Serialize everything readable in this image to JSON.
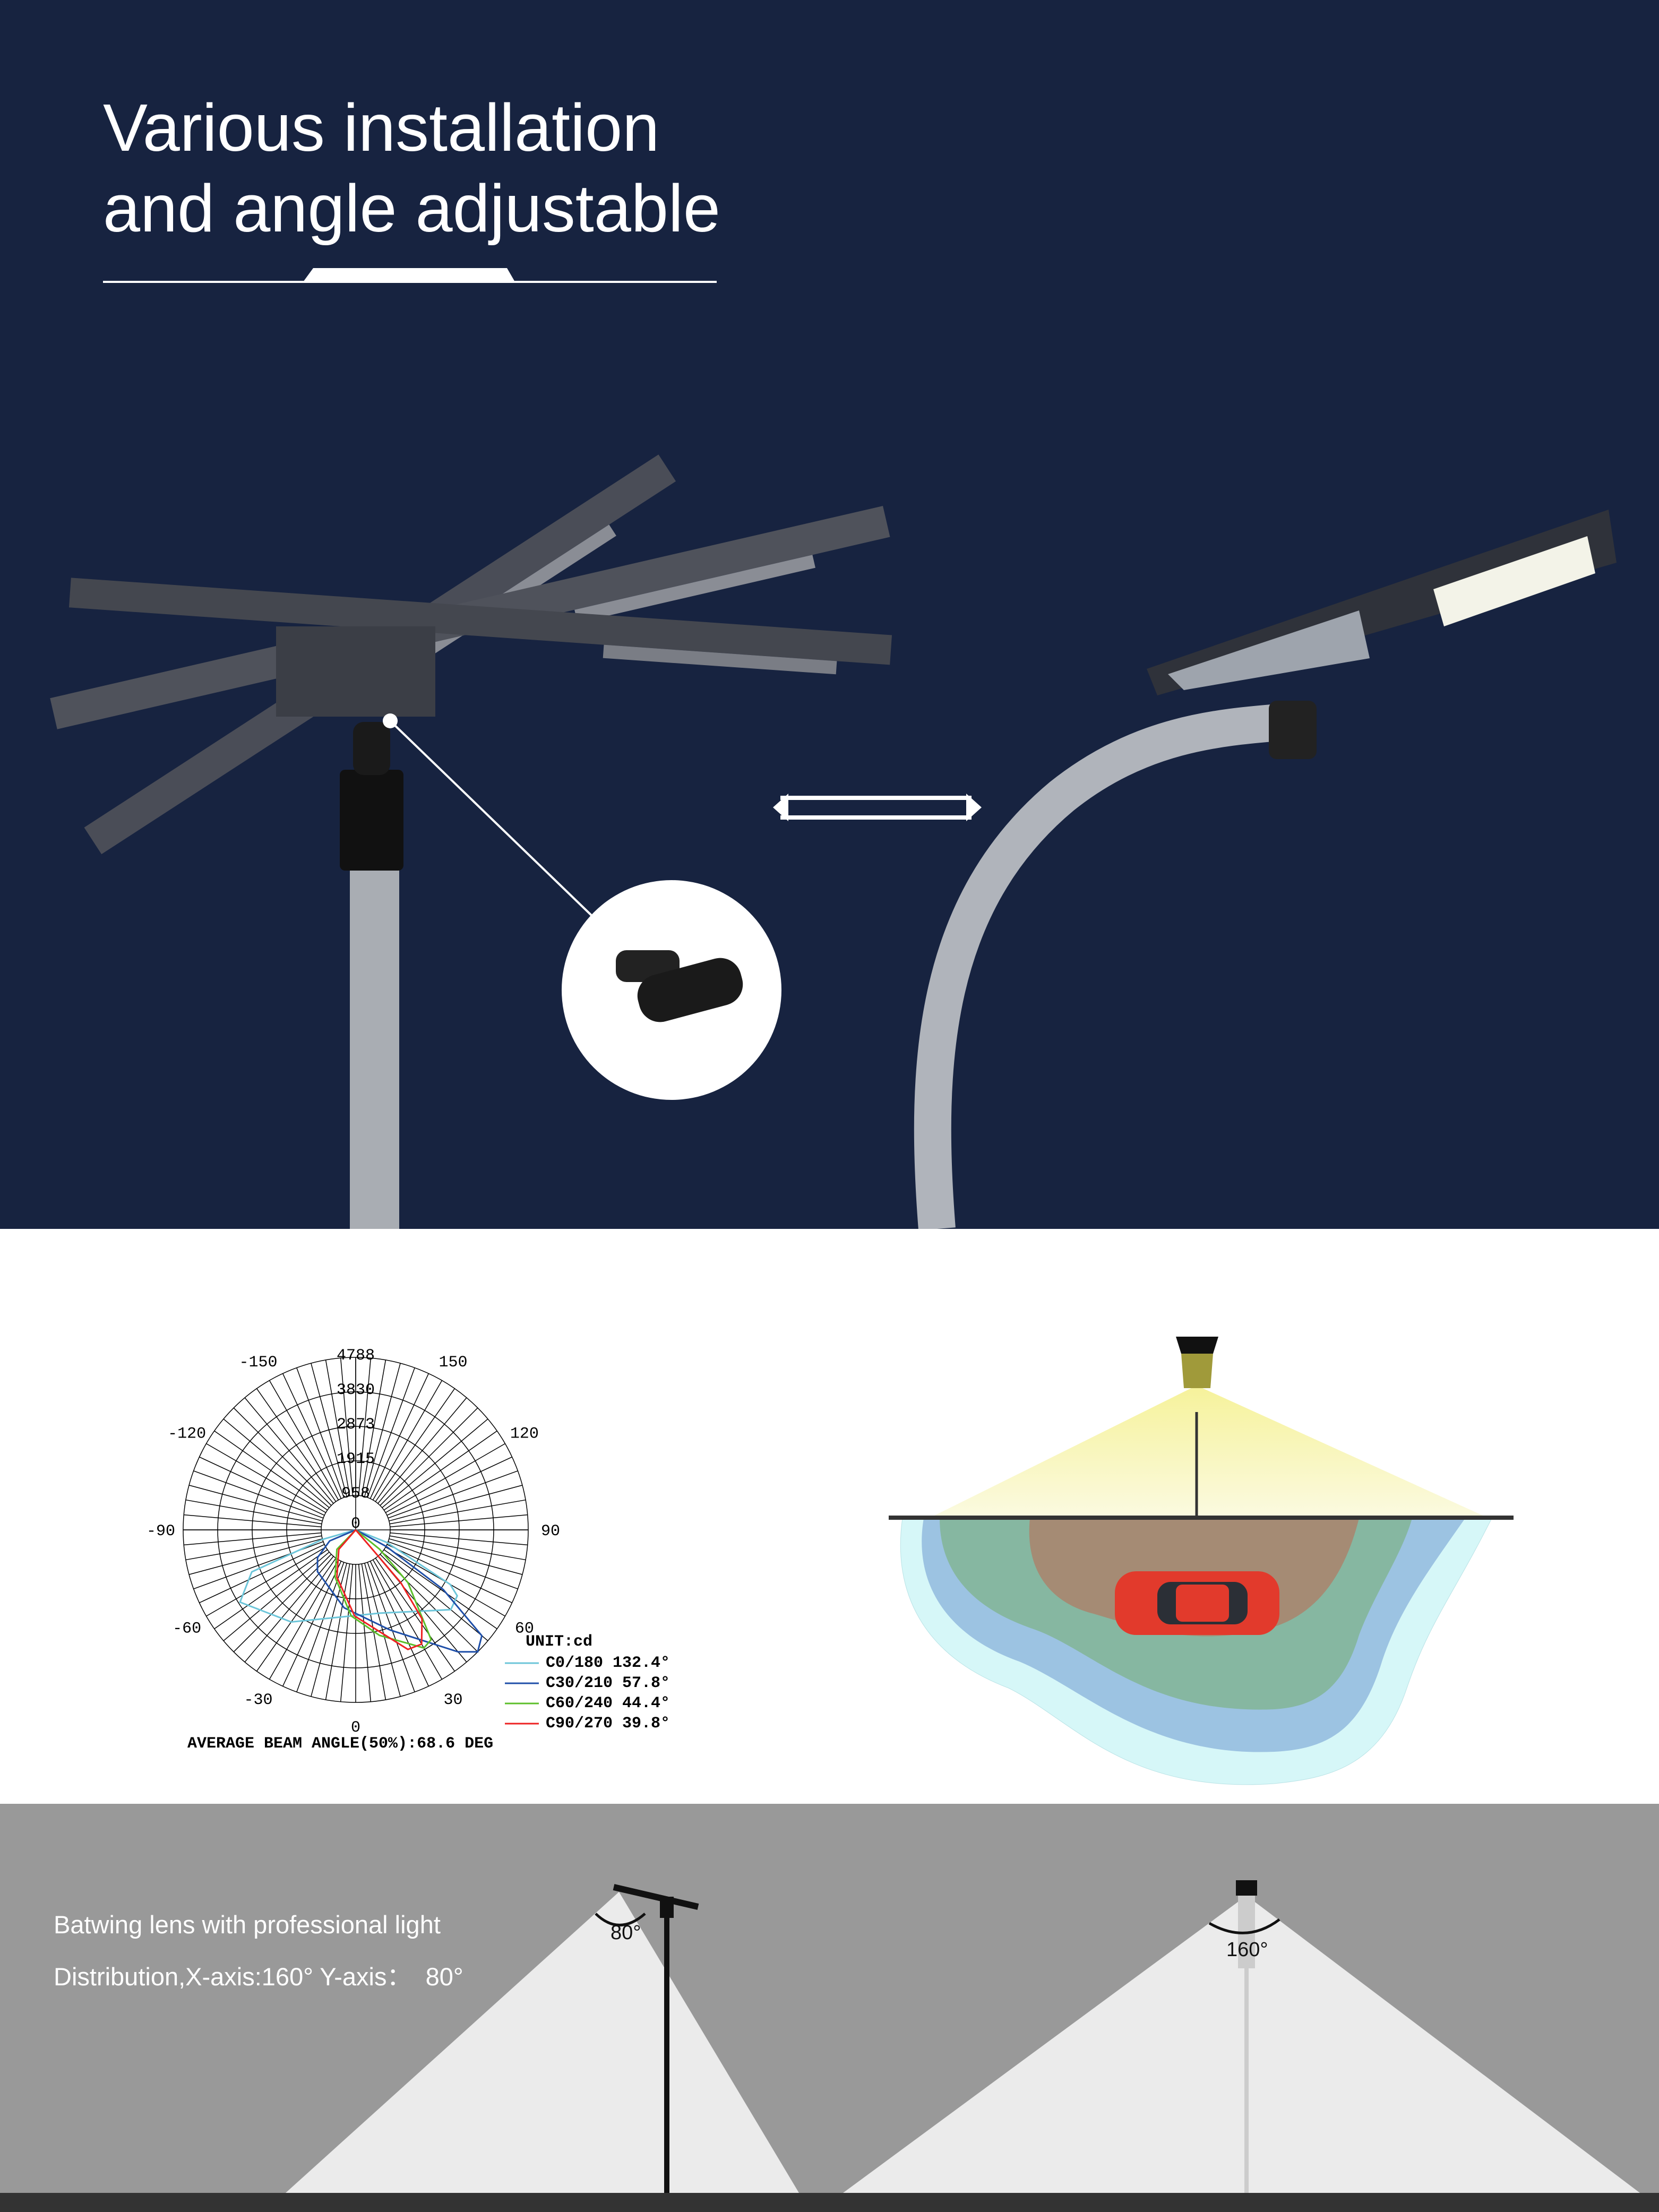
{
  "header": {
    "title_line1": "Various installation",
    "title_line2": "and angle adjustable"
  },
  "colors": {
    "navy": "#172340",
    "gray_bg": "#999999",
    "ground": "#333333",
    "beam": "#ebebeb"
  },
  "photometric": {
    "unit": "UNIT:cd",
    "average": "AVERAGE BEAM ANGLE(50%):68.6 DEG",
    "legend": [
      {
        "label": "C0/180 132.4°",
        "color": "#6cc5d9"
      },
      {
        "label": "C30/210 57.8°",
        "color": "#1f4fa8"
      },
      {
        "label": "C60/240 44.4°",
        "color": "#5cbf2a"
      },
      {
        "label": "C90/270 39.8°",
        "color": "#ee2222"
      }
    ],
    "angle_labels": [
      "-150",
      "150",
      "-120",
      "120",
      "-90",
      "90",
      "-60",
      "60",
      "-30",
      "30",
      "0"
    ],
    "ring_labels": [
      "4788",
      "3830",
      "2873",
      "1915",
      "958",
      "0"
    ]
  },
  "chart_data": {
    "type": "polar",
    "radial_max": 4788,
    "radial_ticks": [
      0,
      958,
      1915,
      2873,
      3830,
      4788
    ],
    "angle_ticks": [
      -150,
      -120,
      -90,
      -60,
      -30,
      0,
      30,
      60,
      90,
      120,
      150
    ],
    "unit": "cd",
    "series": [
      {
        "name": "C0/180 132.4°",
        "points": [
          [
            -90,
            0
          ],
          [
            -74,
            955
          ],
          [
            -68,
            3110
          ],
          [
            -58,
            3785
          ],
          [
            -35,
            3120
          ],
          [
            16,
            2405
          ],
          [
            50,
            3445
          ],
          [
            57,
            3360
          ],
          [
            60,
            3030
          ],
          [
            68,
            925
          ],
          [
            90,
            0
          ]
        ]
      },
      {
        "name": "C30/210 57.8°",
        "points": [
          [
            -90,
            0
          ],
          [
            -67,
            785
          ],
          [
            -54,
            1310
          ],
          [
            -42.5,
            1570
          ],
          [
            -8.5,
            2185
          ],
          [
            19,
            2940
          ],
          [
            40,
            4420
          ],
          [
            45,
            4788
          ],
          [
            50,
            4570
          ],
          [
            55.7,
            2945
          ],
          [
            61.5,
            970
          ],
          [
            90,
            0
          ]
        ]
      },
      {
        "name": "C60/240 44.4°",
        "points": [
          [
            -90,
            0
          ],
          [
            -44,
            750
          ],
          [
            -23.6,
            1430
          ],
          [
            -3,
            2390
          ],
          [
            12.7,
            3000
          ],
          [
            30,
            3785
          ],
          [
            34.5,
            3695
          ],
          [
            44.7,
            2060
          ],
          [
            51,
            855
          ],
          [
            90,
            0
          ]
        ]
      },
      {
        "name": "C90/270 39.8°",
        "points": [
          [
            -90,
            0
          ],
          [
            -41,
            715
          ],
          [
            -21.7,
            1410
          ],
          [
            -0.7,
            2390
          ],
          [
            23.6,
            3620
          ],
          [
            30,
            3660
          ],
          [
            36.7,
            3080
          ],
          [
            40.5,
            1925
          ],
          [
            40.7,
            710
          ],
          [
            90,
            0
          ]
        ]
      }
    ]
  },
  "distribution": {
    "line1": "Batwing lens with professional light",
    "line2": "Distribution,X-axis:160° Y-axis：  80°",
    "angle_y": "80°",
    "angle_x": "160°"
  }
}
